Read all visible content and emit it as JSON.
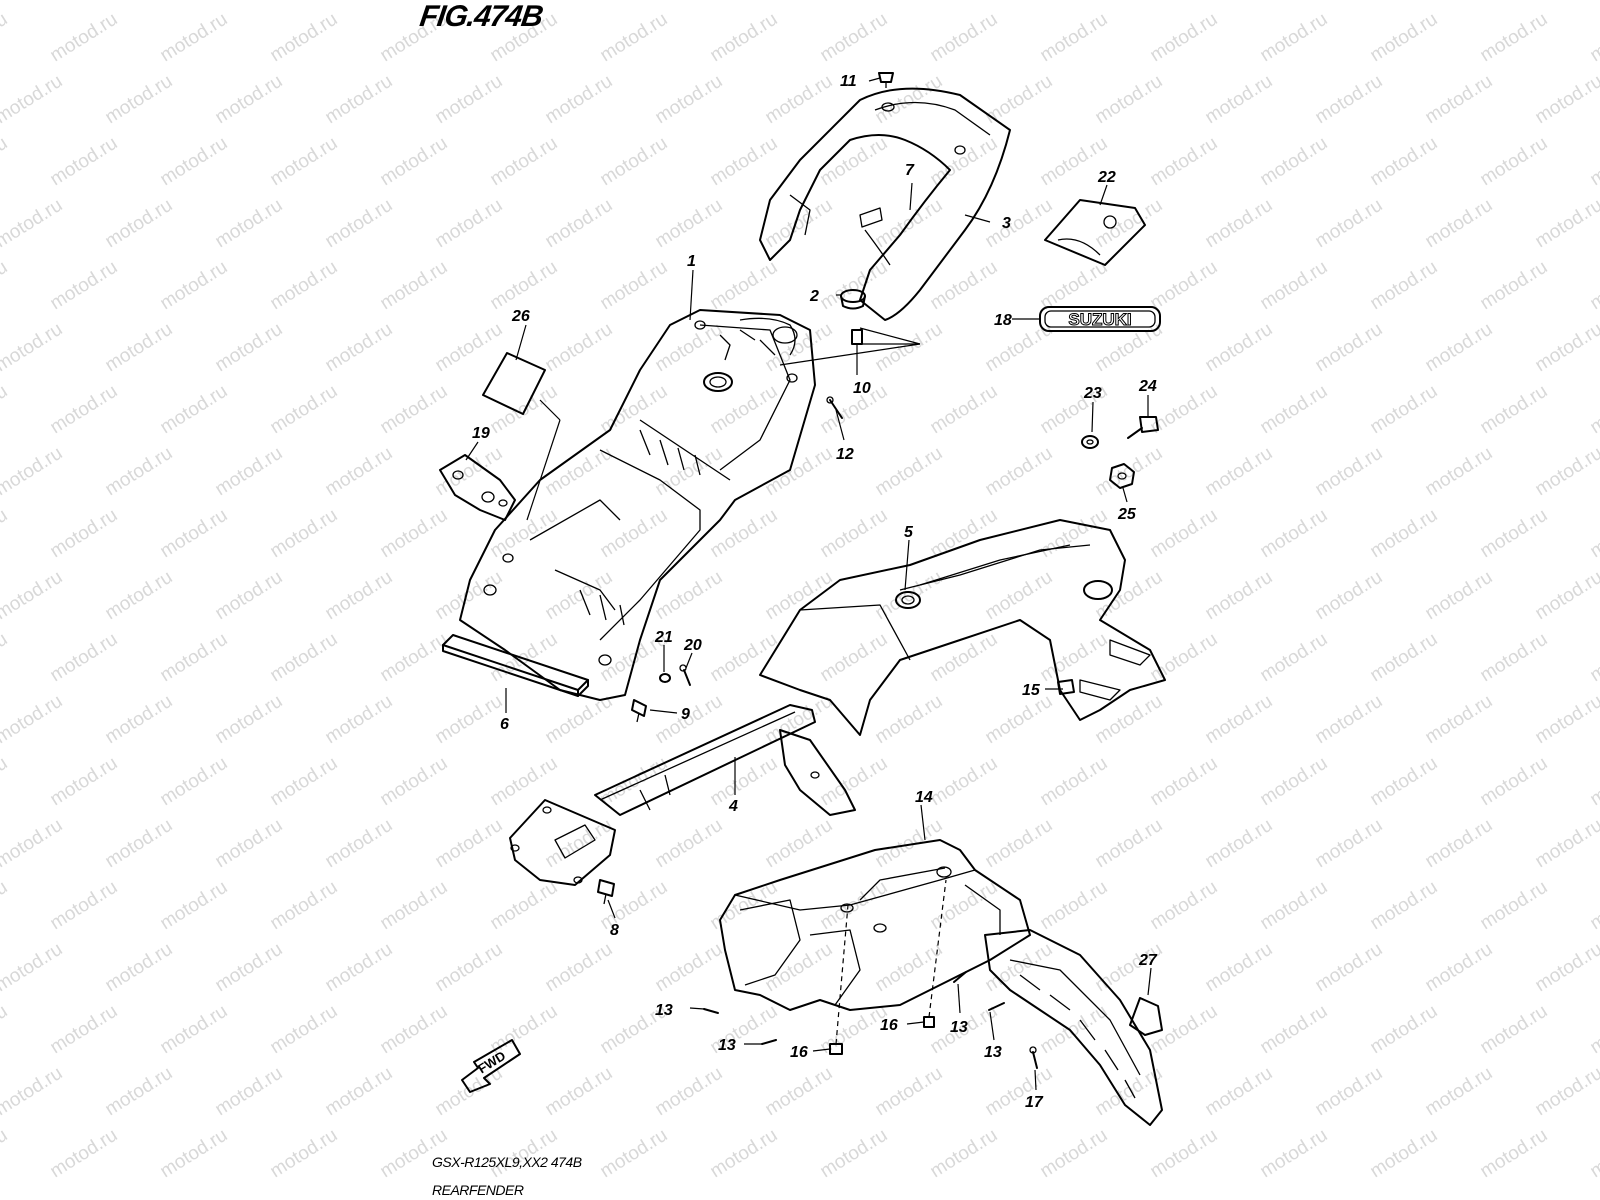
{
  "header": {
    "figure_title": "FIG.474B"
  },
  "footer": {
    "model_code": "GSX-R125XL9,XX2 474B",
    "diagram_name": "REARFENDER"
  },
  "watermark": {
    "text": "motod.ru",
    "color": "#d8d8d8"
  },
  "emblem": {
    "text": "SUZUKI"
  },
  "direction_arrow": {
    "label": "FWD"
  },
  "callouts": {
    "p1": "1",
    "p2": "2",
    "p3": "3",
    "p4": "4",
    "p5": "5",
    "p6": "6",
    "p7": "7",
    "p8": "8",
    "p9": "9",
    "p10": "10",
    "p11": "11",
    "p12": "12",
    "p13": "13",
    "p14": "14",
    "p15": "15",
    "p16": "16",
    "p17": "17",
    "p18": "18",
    "p19": "19",
    "p20": "20",
    "p21": "21",
    "p22": "22",
    "p23": "23",
    "p24": "24",
    "p25": "25",
    "p26": "26",
    "p27": "27"
  }
}
